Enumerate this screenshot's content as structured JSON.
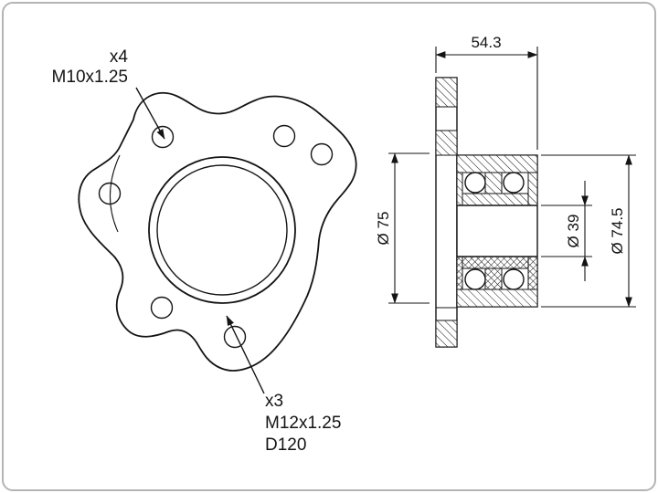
{
  "drawing": {
    "colors": {
      "line": "#141414",
      "border": "#b4b4b4",
      "background": "#ffffff"
    },
    "front_view": {
      "bolt_note_top": {
        "count": "x4",
        "thread": "M10x1.25"
      },
      "bolt_note_bottom": {
        "count": "x3",
        "thread": "M12x1.25",
        "pcd": "D120"
      }
    },
    "section_view": {
      "dim_width": "54.3",
      "dim_flange_diameter": "Ø 75",
      "dim_bore_diameter": "Ø 39",
      "dim_hub_diameter": "Ø 74.5"
    }
  }
}
